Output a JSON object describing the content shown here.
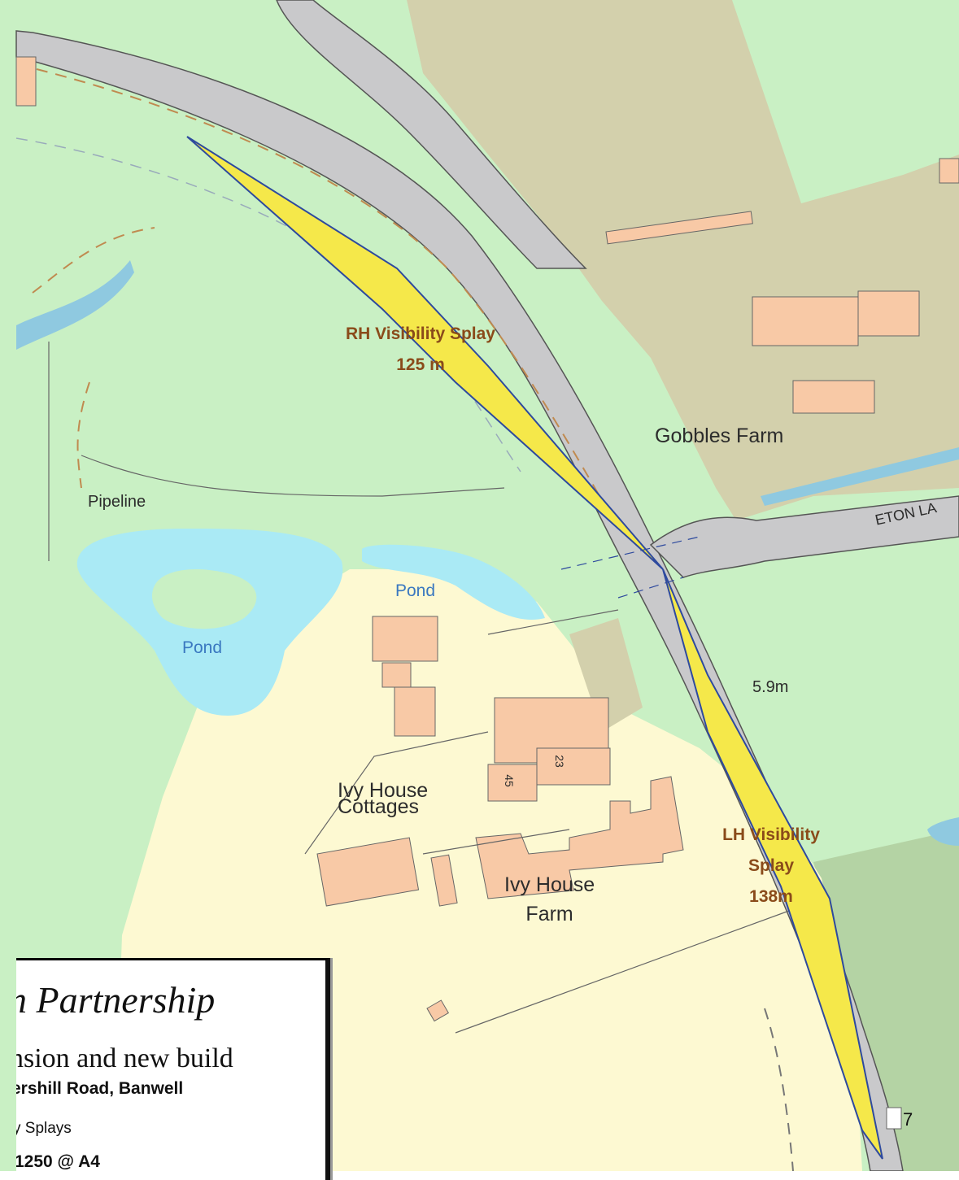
{
  "colors": {
    "grass": "#c9f0c4",
    "farmland": "#d3d0ac",
    "residential": "#fdf9d2",
    "road": "#c9c9cb",
    "building": "#f8c9a6",
    "water": "#aaeaf5",
    "splay_fill": "#f5e84a",
    "splay_outline": "#2e4a9e",
    "label_brown": "#8a4b1a"
  },
  "map": {
    "labels": {
      "rh_splay_line1": "RH Visibility Splay",
      "rh_splay_line2": "125 m",
      "lh_splay_line1": "LH Visibility",
      "lh_splay_line2": "Splay",
      "lh_splay_line3": "138m",
      "gobbles_farm": "Gobbles Farm",
      "pipeline": "Pipeline",
      "eton_lane": "ETON LA",
      "pond_1": "Pond",
      "pond_2": "Pond",
      "width": "5.9m",
      "ivy_cottages_line1": "Ivy House",
      "ivy_cottages_line2": "Cottages",
      "ivy_farm_line1": "Ivy House",
      "ivy_farm_line2": "Farm",
      "plot_23": "23",
      "plot_45": "45"
    }
  },
  "title_block": {
    "firm": "n Partnership",
    "project": "nsion and new build",
    "address": "ershill Road, Banwell",
    "drawing": "y Splays",
    "scale": "1250 @ A4"
  },
  "page_number": "7"
}
